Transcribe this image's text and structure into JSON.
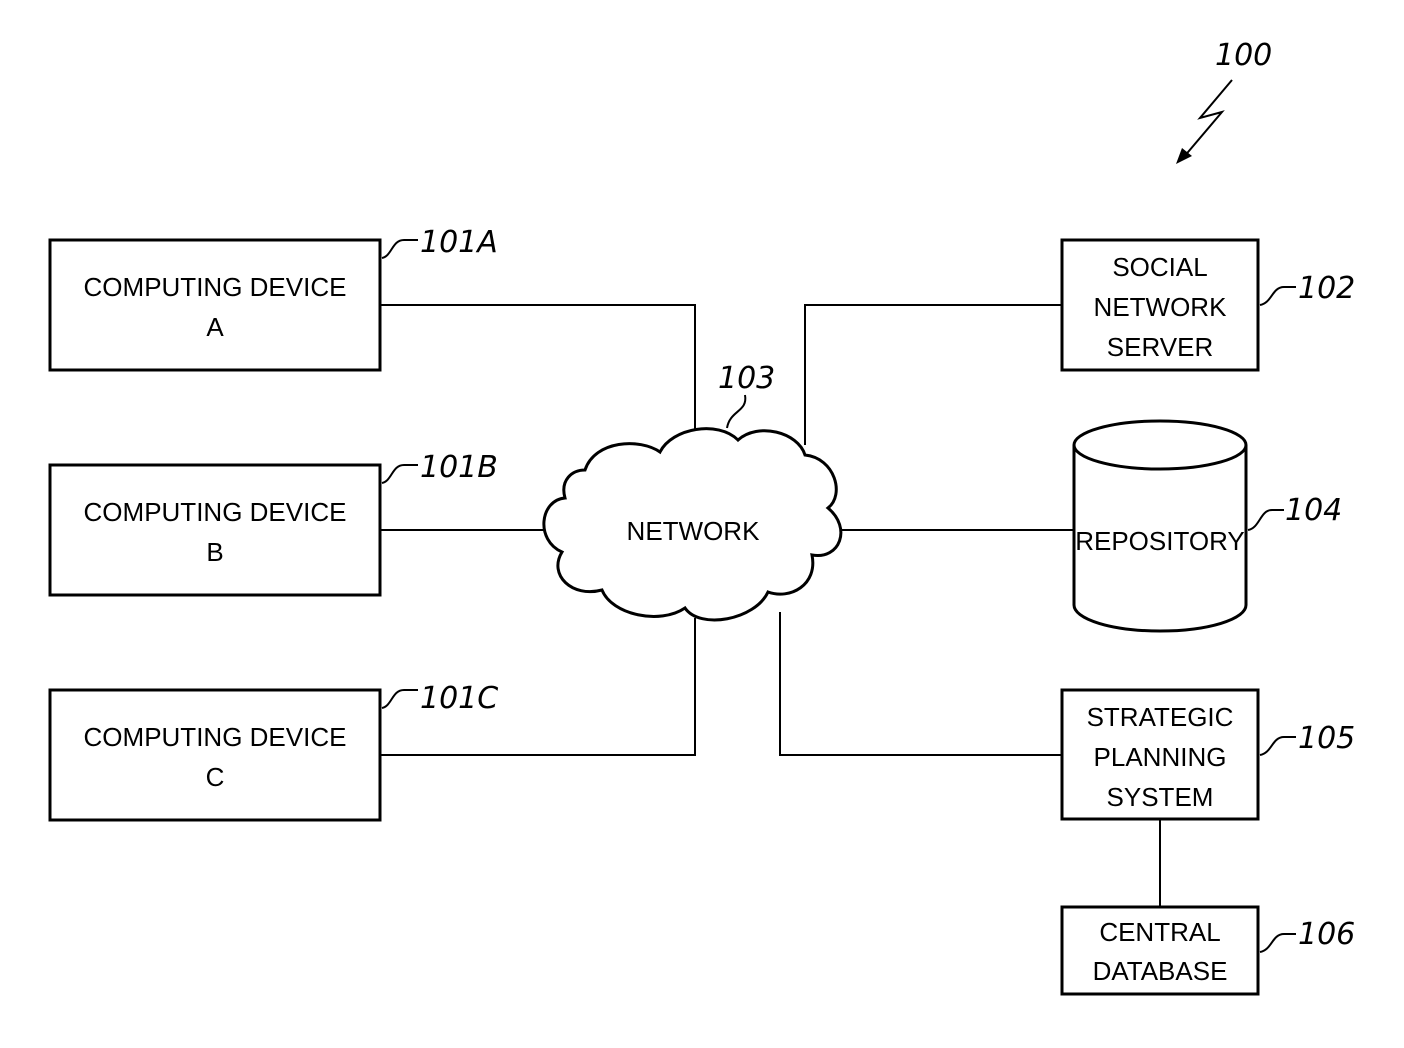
{
  "figure_ref": "100",
  "network": {
    "label": "NETWORK",
    "ref": "103"
  },
  "devices": [
    {
      "line1": "COMPUTING DEVICE",
      "line2": "A",
      "ref": "101A"
    },
    {
      "line1": "COMPUTING DEVICE",
      "line2": "B",
      "ref": "101B"
    },
    {
      "line1": "COMPUTING DEVICE",
      "line2": "C",
      "ref": "101C"
    }
  ],
  "social_server": {
    "lines": [
      "SOCIAL",
      "NETWORK",
      "SERVER"
    ],
    "ref": "102"
  },
  "repository": {
    "label": "REPOSITORY",
    "ref": "104"
  },
  "strategic_system": {
    "lines": [
      "STRATEGIC",
      "PLANNING",
      "SYSTEM"
    ],
    "ref": "105"
  },
  "central_db": {
    "lines": [
      "CENTRAL",
      "DATABASE"
    ],
    "ref": "106"
  }
}
